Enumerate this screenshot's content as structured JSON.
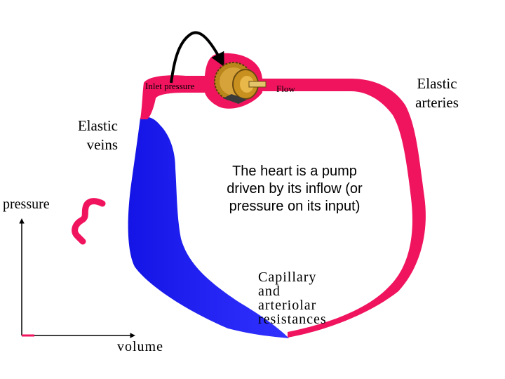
{
  "labels": {
    "inlet_pressure": "Inlet pressure",
    "flow": "Flow",
    "elastic_arteries": "Elastic arteries",
    "elastic_veins": "Elastic veins",
    "caption": "The heart is a pump driven by its inflow (or pressure on its input)",
    "pressure_axis": "pressure",
    "volume_axis": "volume",
    "capillary": "Capillary and arteriolar resistances"
  },
  "colors": {
    "arterial": "#f0145f",
    "venous": "#1e1ef0",
    "pump_gold": "#c8901e",
    "pump_dark": "#3a3a3a",
    "axis": "#000000"
  },
  "icons": {
    "pump": "gear-motor-icon",
    "arrow": "curved-arrow-icon"
  }
}
